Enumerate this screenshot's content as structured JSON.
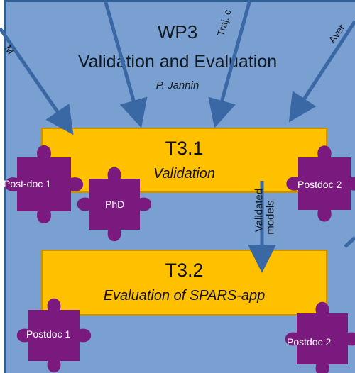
{
  "work_package": {
    "title": "WP3",
    "subtitle": "Validation and Evaluation",
    "author": "P. Jannin"
  },
  "incoming_arrows": {
    "label_left": "M",
    "label_traj": "Traj. c",
    "label_aver": "Aver"
  },
  "tasks": [
    {
      "id": "T3.1",
      "name": "Validation"
    },
    {
      "id": "T3.2",
      "name": "Evaluation of SPARS-app"
    }
  ],
  "flow": {
    "line1": "Validated",
    "line2": "models"
  },
  "people": {
    "t1_left": "Post-doc 1",
    "t1_phd": "PhD",
    "t1_right": "Postdoc 2",
    "t2_left": "Postdoc 1",
    "t2_right": "Postdoc 2"
  },
  "colors": {
    "background_box": "#7aa0d2",
    "task_box": "#ffc000",
    "puzzle_piece": "#7a1a7e",
    "arrow": "#3a68a5"
  }
}
